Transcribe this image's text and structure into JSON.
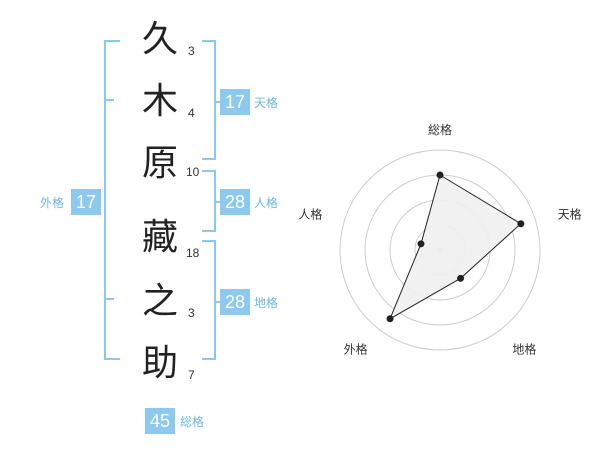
{
  "name_chars": [
    {
      "char": "久",
      "strokes": "3"
    },
    {
      "char": "木",
      "strokes": "4"
    },
    {
      "char": "原",
      "strokes": "10"
    },
    {
      "char": "藏",
      "strokes": "18"
    },
    {
      "char": "之",
      "strokes": "3"
    },
    {
      "char": "助",
      "strokes": "7"
    }
  ],
  "fortunes": {
    "tenkaku": {
      "value": "17",
      "label": "天格"
    },
    "jinkaku": {
      "value": "28",
      "label": "人格"
    },
    "chikaku": {
      "value": "28",
      "label": "地格"
    },
    "gaikaku": {
      "value": "17",
      "label": "外格"
    },
    "soukaku": {
      "value": "45",
      "label": "総格"
    }
  },
  "colors": {
    "accent": "#8dc8ee",
    "accent_text": "#6bb8e6",
    "radar_fill": "#f0f0f0",
    "radar_grid": "#cccccc"
  },
  "chart_data": {
    "type": "radar",
    "axes": [
      "総格",
      "天格",
      "地格",
      "外格",
      "人格"
    ],
    "values": [
      0.75,
      0.85,
      0.35,
      0.85,
      0.2
    ]
  }
}
